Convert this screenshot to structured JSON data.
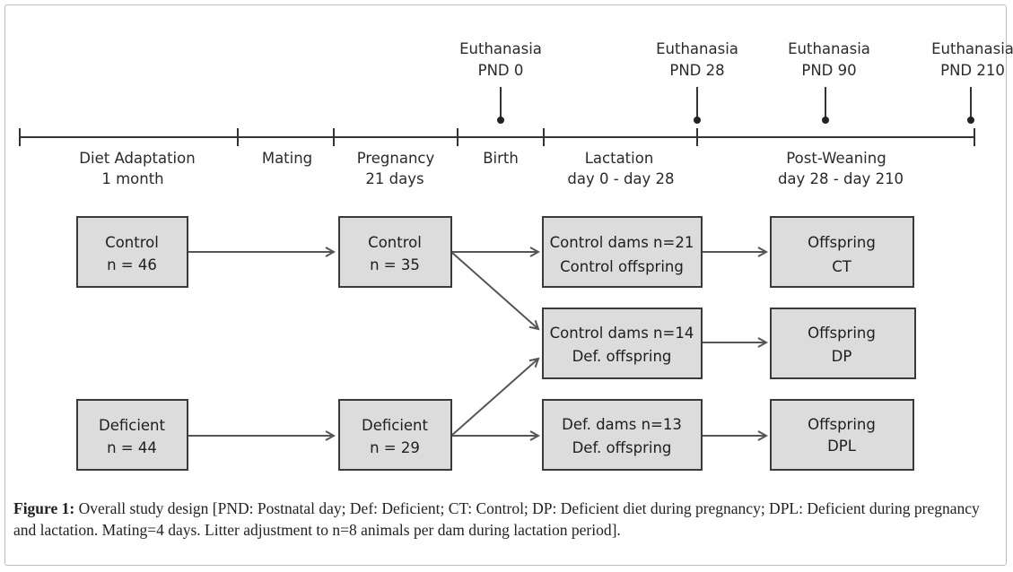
{
  "euthanasia": [
    {
      "label": "Euthanasia",
      "time": "PND 0"
    },
    {
      "label": "Euthanasia",
      "time": "PND 28"
    },
    {
      "label": "Euthanasia",
      "time": "PND 90"
    },
    {
      "label": "Euthanasia",
      "time": "PND 210"
    }
  ],
  "phases": [
    {
      "line1": "Diet Adaptation",
      "line2": "1 month"
    },
    {
      "line1": "Mating",
      "line2": ""
    },
    {
      "line1": "Pregnancy",
      "line2": "21 days"
    },
    {
      "line1": "Birth",
      "line2": ""
    },
    {
      "line1": "Lactation",
      "line2": "day 0 - day 28"
    },
    {
      "line1": "Post-Weaning",
      "line2": "day 28 - day 210"
    }
  ],
  "boxes": {
    "adapt_control": {
      "line1": "Control",
      "line2": "n = 46"
    },
    "adapt_deficient": {
      "line1": "Deficient",
      "line2": "n = 44"
    },
    "preg_control": {
      "line1": "Control",
      "line2": "n = 35"
    },
    "preg_deficient": {
      "line1": "Deficient",
      "line2": "n = 29"
    },
    "lact_1": {
      "line1": "Control dams n=21",
      "line2": "Control offspring"
    },
    "lact_2": {
      "line1": "Control dams n=14",
      "line2": "Def. offspring"
    },
    "lact_3": {
      "line1": "Def. dams n=13",
      "line2": "Def. offspring"
    },
    "off_ct": {
      "line1": "Offspring",
      "line2": "CT"
    },
    "off_dp": {
      "line1": "Offspring",
      "line2": "DP"
    },
    "off_dpl": {
      "line1": "Offspring",
      "line2": "DPL"
    }
  },
  "caption": {
    "label": "Figure 1:",
    "text": " Overall study design [PND: Postnatal day; Def: Deficient; CT: Control; DP: Deficient diet during pregnancy; DPL: Deficient during pregnancy and lactation. Mating=4 days. Litter adjustment to n=8 animals per dam during lactation period]."
  }
}
